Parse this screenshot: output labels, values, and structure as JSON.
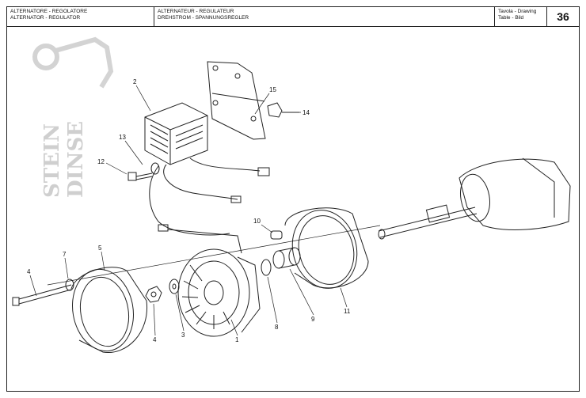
{
  "header": {
    "left_line1": "ALTERNATORE - REGOLATORE",
    "left_line2": "ALTERNATOR - REGULATOR",
    "mid_line1": "ALTERNATEUR - REGULATEUR",
    "mid_line2": "DREHSTROM - SPANNUNGSREGLER",
    "table_line1": "Tavola - Drawing",
    "table_line2": "Table - Bild",
    "page_number": "36"
  },
  "watermark": {
    "line1": "STEIN",
    "line2": "DINSE"
  },
  "part_labels": {
    "p1": "1",
    "p2": "2",
    "p3": "3",
    "p4a": "4",
    "p4b": "4",
    "p5": "5",
    "p7": "7",
    "p8": "8",
    "p9": "9",
    "p10": "10",
    "p11": "11",
    "p12": "12",
    "p13": "13",
    "p14": "14",
    "p15": "15"
  }
}
